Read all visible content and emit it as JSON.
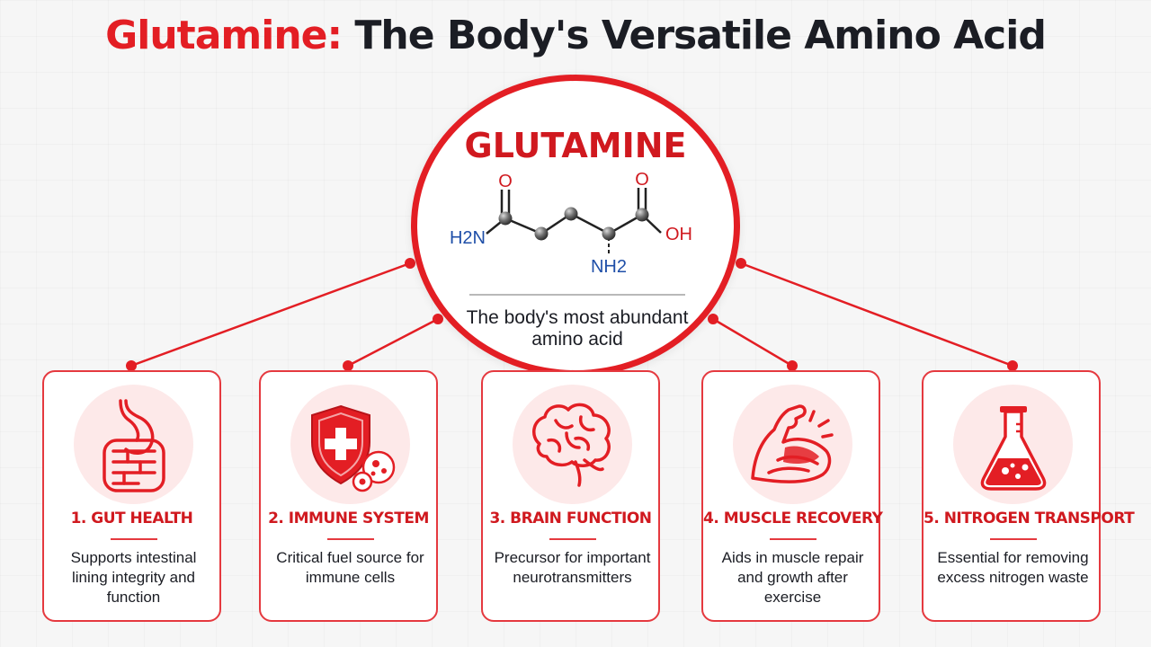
{
  "title": {
    "accent": "Glutamine:",
    "rest": " The Body's Versatile Amino Acid"
  },
  "center": {
    "heading": "GLUTAMINE",
    "atom_labels": {
      "o_left": "O",
      "o_right": "O",
      "h2n": "H2N",
      "oh": "OH",
      "nh2": "NH2"
    },
    "subtitle": "The body's most abundant amino acid"
  },
  "colors": {
    "accent": "#e31e24",
    "title_dark": "#1b1d24",
    "amine_blue": "#1f4fa8",
    "icon_bg": "#fde9e9"
  },
  "cards": [
    {
      "icon": "intestine-icon",
      "title": "1. GUT HEALTH",
      "description": "Supports intestinal lining integrity and function"
    },
    {
      "icon": "shield-cross-icon",
      "title": "2. IMMUNE SYSTEM",
      "description": "Critical fuel source for immune cells"
    },
    {
      "icon": "brain-icon",
      "title": "3. BRAIN FUNCTION",
      "description": "Precursor for important neurotransmitters"
    },
    {
      "icon": "flexed-arm-icon",
      "title": "4. MUSCLE RECOVERY",
      "description": "Aids in muscle repair and growth after exercise"
    },
    {
      "icon": "flask-icon",
      "title": "5. NITROGEN TRANSPORT",
      "description": "Essential for removing excess nitrogen waste"
    }
  ]
}
